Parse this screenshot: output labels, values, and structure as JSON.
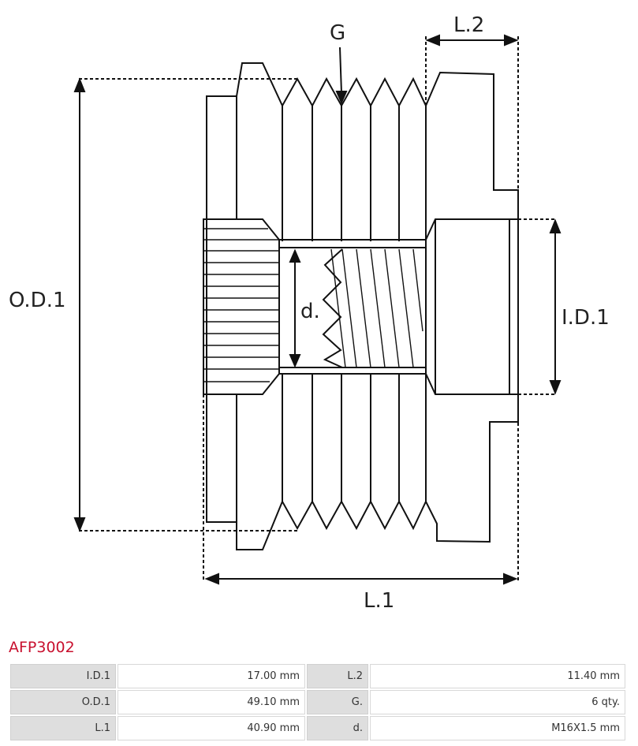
{
  "drawing": {
    "labels": {
      "G": "G",
      "L2": "L.2",
      "OD1": "O.D.1",
      "ID1": "I.D.1",
      "d": "d.",
      "L1": "L.1"
    }
  },
  "product": {
    "code": "AFP3002",
    "code_color": "#c8102e"
  },
  "specs": {
    "rows": [
      {
        "label1": "I.D.1",
        "value1": "17.00 mm",
        "label2": "L.2",
        "value2": "11.40 mm"
      },
      {
        "label1": "O.D.1",
        "value1": "49.10 mm",
        "label2": "G.",
        "value2": "6 qty."
      },
      {
        "label1": "L.1",
        "value1": "40.90 mm",
        "label2": "d.",
        "value2": "M16X1.5 mm"
      }
    ]
  }
}
